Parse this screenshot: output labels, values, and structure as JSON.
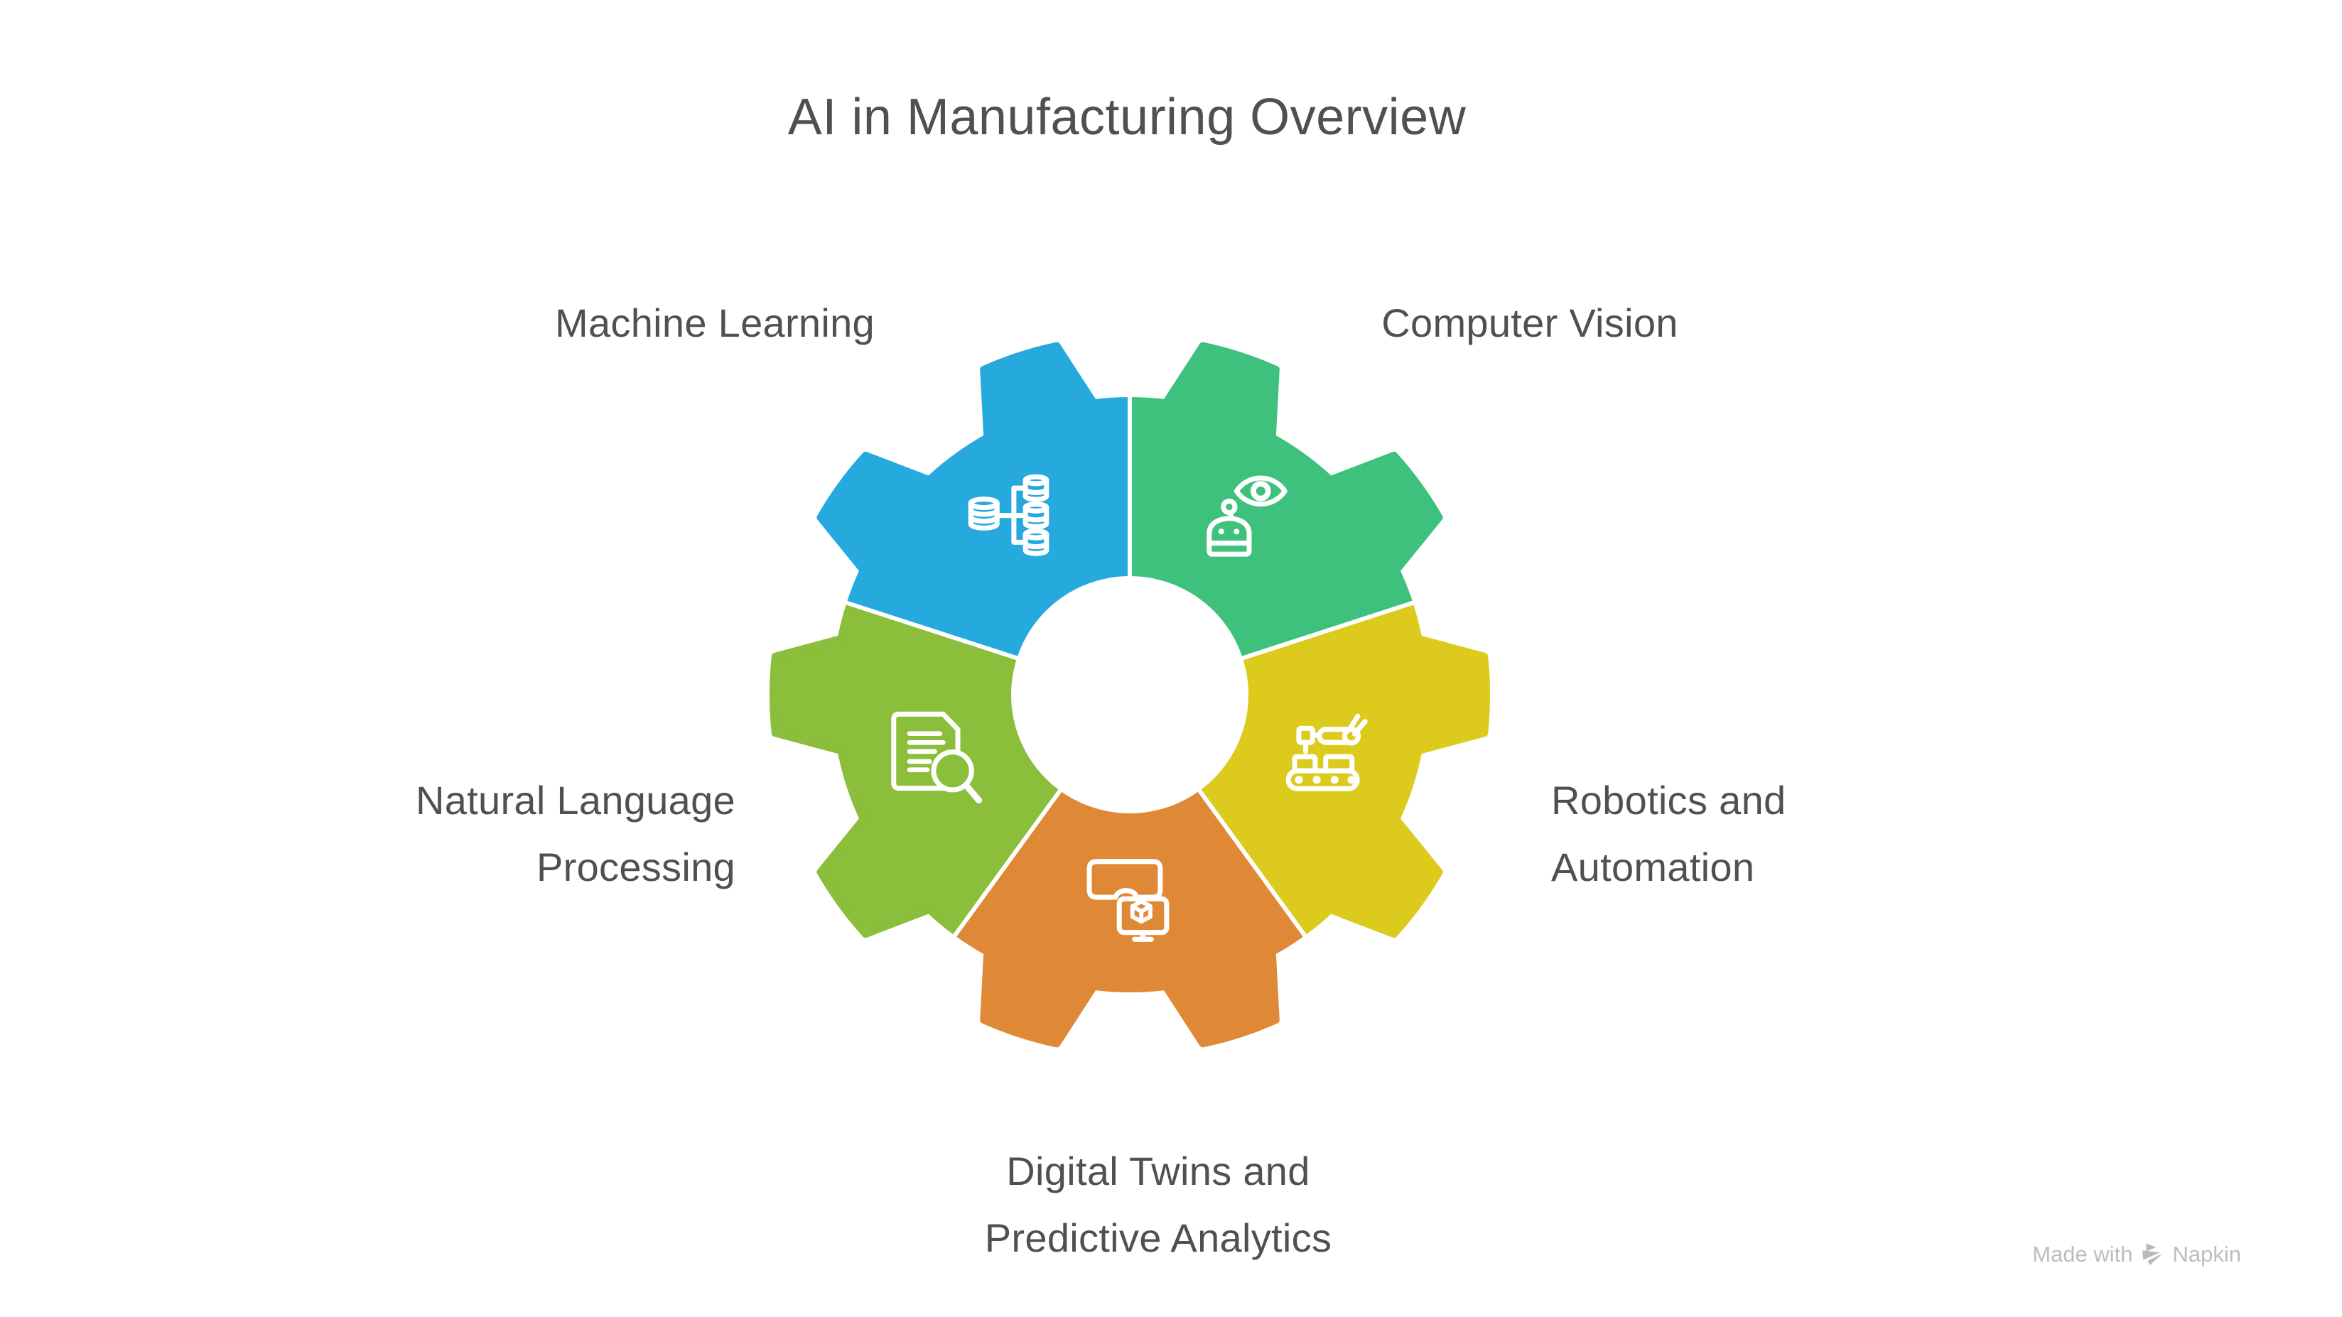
{
  "title": "AI in Manufacturing Overview",
  "watermark": {
    "text": "Made with",
    "brand": "Napkin",
    "color": "#BDBDBD"
  },
  "diagram": {
    "type": "segmented-gear",
    "text_color": "#4F5052",
    "background": "#FFFFFF",
    "segments": [
      {
        "id": "machine-learning",
        "label": "Machine Learning",
        "lines": [
          "Machine Learning"
        ],
        "color": "#26A9DC",
        "icon": "database-network-icon",
        "position": "top-left"
      },
      {
        "id": "computer-vision",
        "label": "Computer Vision",
        "lines": [
          "Computer Vision"
        ],
        "color": "#3EC17D",
        "icon": "robot-vision-icon",
        "position": "top-right"
      },
      {
        "id": "robotics-and-automation",
        "label": "Robotics and Automation",
        "lines": [
          "Robotics and",
          "Automation"
        ],
        "color": "#DCCB1D",
        "icon": "robot-arm-conveyor-icon",
        "position": "right"
      },
      {
        "id": "digital-twins-and-predictive-analytics",
        "label": "Digital Twins and Predictive Analytics",
        "lines": [
          "Digital Twins and",
          "Predictive Analytics"
        ],
        "color": "#DF8836",
        "icon": "vr-headset-monitor-icon",
        "position": "bottom"
      },
      {
        "id": "natural-language-processing",
        "label": "Natural Language Processing",
        "lines": [
          "Natural Language",
          "Processing"
        ],
        "color": "#8BBE3A",
        "icon": "document-search-icon",
        "position": "left"
      }
    ]
  }
}
